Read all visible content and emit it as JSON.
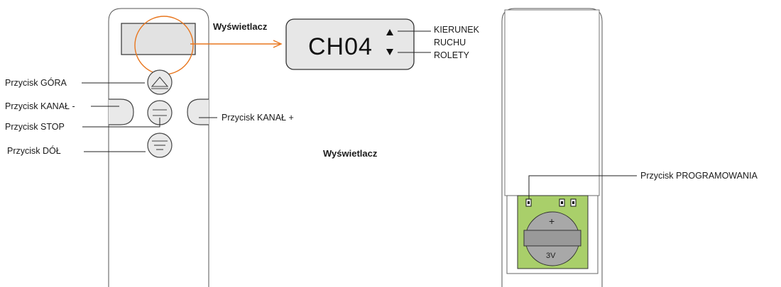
{
  "labels": {
    "button_up": "Przycisk GÓRA",
    "button_channel_minus": "Przycisk KANAŁ -",
    "button_stop": "Przycisk STOP",
    "button_down": "Przycisk DÓŁ",
    "button_channel_plus": "Przycisk KANAŁ +",
    "display_top": "Wyświetlacz",
    "display_middle": "Wyświetlacz",
    "direction_line1": "KIERUNEK",
    "direction_line2": "RUCHU",
    "direction_line3": "ROLETY",
    "button_programming": "Przycisk PROGRAMOWANIA"
  },
  "lcd": {
    "channel": "CH04"
  },
  "battery": {
    "plus": "+",
    "voltage": "3V"
  },
  "colors": {
    "highlight": "#e8761e",
    "battery_board": "#a9cf6a",
    "battery_cell": "#a8a8a8",
    "lcd_background": "#e7e7e7"
  }
}
